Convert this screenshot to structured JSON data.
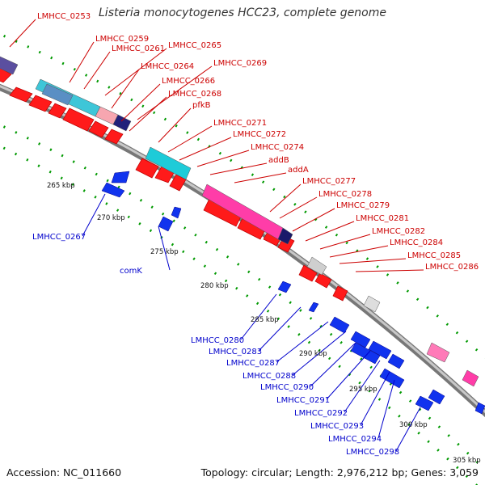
{
  "title": "Listeria monocytogenes HCC23, complete genome",
  "footer": {
    "accession_label": "Accession: NC_011660",
    "topology_label": "Topology: circular; Length: 2,976,212 bp; Genes: 3,059"
  },
  "colors": {
    "forward_label": "#cc0000",
    "reverse_label": "#0000cc",
    "forward_gene": "#ff0000",
    "reverse_gene": "#0033ff",
    "backbone": "#888888",
    "tick_dots": "#008800"
  },
  "ticks": [
    {
      "label": "265 kbp",
      "kbp": 265
    },
    {
      "label": "270 kbp",
      "kbp": 270
    },
    {
      "label": "275 kbp",
      "kbp": 275
    },
    {
      "label": "280 kbp",
      "kbp": 280
    },
    {
      "label": "285 kbp",
      "kbp": 285
    },
    {
      "label": "290 kbp",
      "kbp": 290
    },
    {
      "label": "295 kbp",
      "kbp": 295
    },
    {
      "label": "300 kbp",
      "kbp": 300
    },
    {
      "label": "305 kbp",
      "kbp": 305
    }
  ],
  "forward_labels": [
    "LMHCC_0253",
    "LMHCC_0259",
    "LMHCC_0261",
    "LMHCC_0265",
    "LMHCC_0264",
    "LMHCC_0269",
    "LMHCC_0266",
    "LMHCC_0268",
    "pfkB",
    "LMHCC_0271",
    "LMHCC_0272",
    "LMHCC_0274",
    "addB",
    "addA",
    "LMHCC_0277",
    "LMHCC_0278",
    "LMHCC_0279",
    "LMHCC_0281",
    "LMHCC_0282",
    "LMHCC_0284",
    "LMHCC_0285",
    "LMHCC_0286"
  ],
  "reverse_labels": [
    "LMHCC_0267",
    "comK",
    "LMHCC_0280",
    "LMHCC_0283",
    "LMHCC_0287",
    "LMHCC_0288",
    "LMHCC_0290",
    "LMHCC_0291",
    "LMHCC_0292",
    "LMHCC_0293",
    "LMHCC_0294",
    "LMHCC_0298"
  ]
}
